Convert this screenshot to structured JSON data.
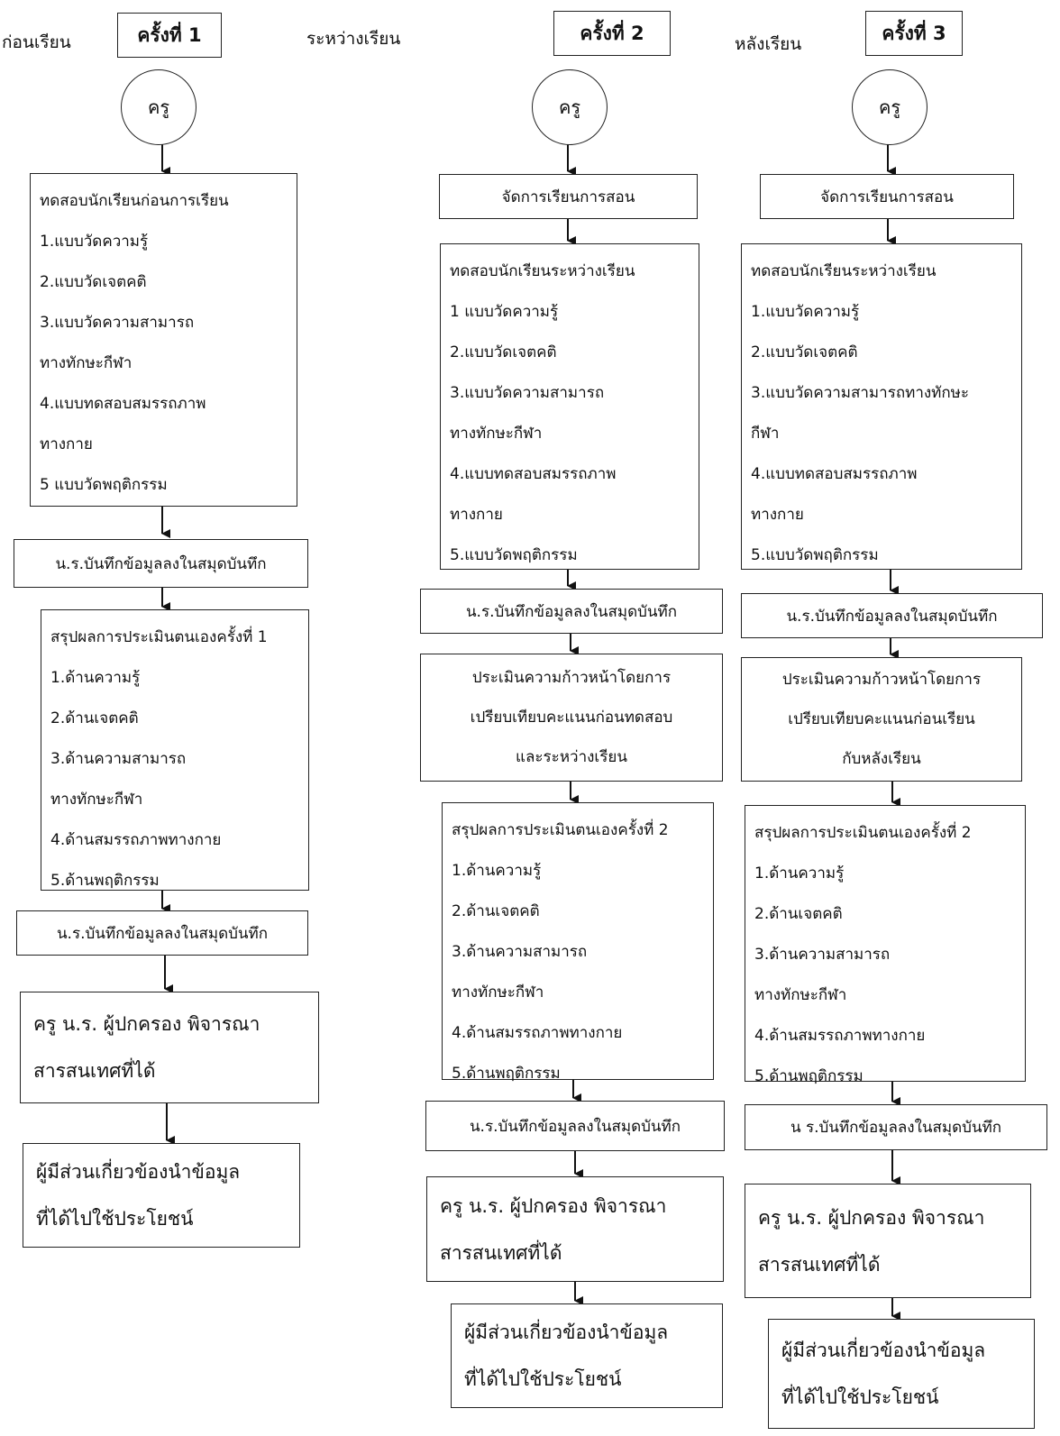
{
  "col1": {
    "phase": "ก่อนเรียน",
    "tag": "ครั้งที่ 1",
    "teacher": "ครู",
    "pretest": {
      "title": "ทดสอบนักเรียนก่อนการเรียน",
      "items": [
        "1.แบบวัดความรู้",
        "2.แบบวัดเจตคติ",
        "3.แบบวัดความสามารถ",
        "ทางทักษะกีฬา",
        "4.แบบทดสอบสมรรถภาพ",
        "ทางกาย",
        "5 แบบวัดพฤติกรรม"
      ]
    },
    "record1": "น.ร.บันทึกข้อมูลลงในสมุดบันทึก",
    "summary": {
      "title": "สรุปผลการประเมินตนเองครั้งที่ 1",
      "items": [
        "1.ด้านความรู้",
        "2.ด้านเจตคติ",
        "3.ด้านความสามารถ",
        "ทางทักษะกีฬา",
        "4.ด้านสมรรถภาพทางกาย",
        "5.ด้านพฤติกรรม"
      ]
    },
    "record2": "น.ร.บันทึกข้อมูลลงในสมุดบันทึก",
    "consider": [
      "ครู น.ร. ผู้ปกครอง พิจารณา",
      "สารสนเทศที่ได้"
    ],
    "use": [
      "ผู้มีส่วนเกี่ยวข้องนำข้อมูล",
      "ที่ได้ไปใช้ประโยชน์"
    ]
  },
  "col2": {
    "phase": "ระหว่างเรียน",
    "tag": "ครั้งที่ 2",
    "teacher": "ครู",
    "manage": "จัดการเรียนการสอน",
    "test": {
      "title": "ทดสอบนักเรียนระหว่างเรียน",
      "items": [
        "1 แบบวัดความรู้",
        "2.แบบวัดเจตคติ",
        "3.แบบวัดความสามารถ",
        "ทางทักษะกีฬา",
        "4.แบบทดสอบสมรรถภาพ",
        "ทางกาย",
        "5.แบบวัดพฤติกรรม"
      ]
    },
    "record1": "น.ร.บันทึกข้อมูลลงในสมุดบันทึก",
    "progress": [
      "ประเมินความก้าวหน้าโดยการ",
      "เปรียบเทียบคะแนนก่อนทดสอบ",
      "และระหว่างเรียน"
    ],
    "summary": {
      "title": "สรุปผลการประเมินตนเองครั้งที่ 2",
      "items": [
        "1.ด้านความรู้",
        "2.ด้านเจตคติ",
        "3.ด้านความสามารถ",
        "ทางทักษะกีฬา",
        "4.ด้านสมรรถภาพทางกาย",
        "5.ด้านพฤติกรรม"
      ]
    },
    "record2": "น.ร.บันทึกข้อมูลลงในสมุดบันทึก",
    "consider": [
      "ครู น.ร. ผู้ปกครอง พิจารณา",
      "สารสนเทศที่ได้"
    ],
    "use": [
      "ผู้มีส่วนเกี่ยวข้องนำข้อมูล",
      "ที่ได้ไปใช้ประโยชน์"
    ]
  },
  "col3": {
    "phase": "หลังเรียน",
    "tag": "ครั้งที่ 3",
    "teacher": "ครู",
    "manage": "จัดการเรียนการสอน",
    "test": {
      "title": "ทดสอบนักเรียนระหว่างเรียน",
      "items": [
        "1.แบบวัดความรู้",
        "2.แบบวัดเจตคติ",
        "3.แบบวัดความสามารถทางทักษะ",
        "กีฬา",
        "4.แบบทดสอบสมรรถภาพ",
        "ทางกาย",
        "5.แบบวัดพฤติกรรม"
      ]
    },
    "record1": "น.ร.บันทึกข้อมูลลงในสมุดบันทึก",
    "progress": [
      "ประเมินความก้าวหน้าโดยการ",
      "เปรียบเทียบคะแนนก่อนเรียน",
      "กับหลังเรียน"
    ],
    "summary": {
      "title": "สรุปผลการประเมินตนเองครั้งที่ 2",
      "items": [
        "1.ด้านความรู้",
        "2.ด้านเจตคติ",
        "3.ด้านความสามารถ",
        "ทางทักษะกีฬา",
        "4.ด้านสมรรถภาพทางกาย",
        "5.ด้านพฤติกรรม"
      ]
    },
    "record2": "น ร.บันทึกข้อมูลลงในสมุดบันทึก",
    "consider": [
      "ครู น.ร. ผู้ปกครอง พิจารณา",
      "สารสนเทศที่ได้"
    ],
    "use": [
      "ผู้มีส่วนเกี่ยวข้องนำข้อมูล",
      "ที่ได้ไปใช้ประโยชน์"
    ]
  }
}
